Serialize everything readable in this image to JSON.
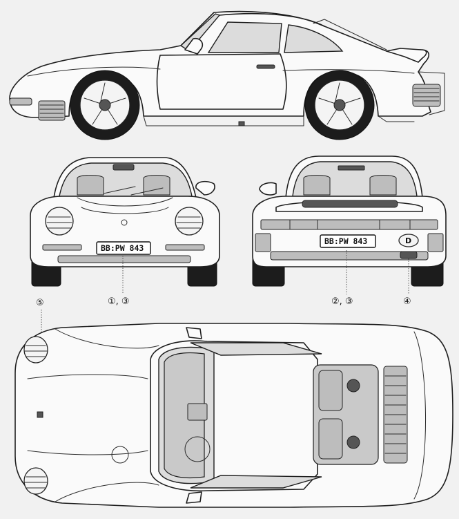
{
  "plates": {
    "front": "BB:PW 843",
    "rear": "BB:PW 843"
  },
  "country_badge": "D",
  "callouts": {
    "front_plate": "①, ③",
    "rear_plate": "②, ③",
    "rear_exhaust": "④",
    "top_light": "⑤"
  },
  "colors": {
    "paper": "#f1f1f1",
    "line": "#1e1e1e",
    "glass": "#dcdcdc",
    "tire": "#1c1c1c"
  }
}
